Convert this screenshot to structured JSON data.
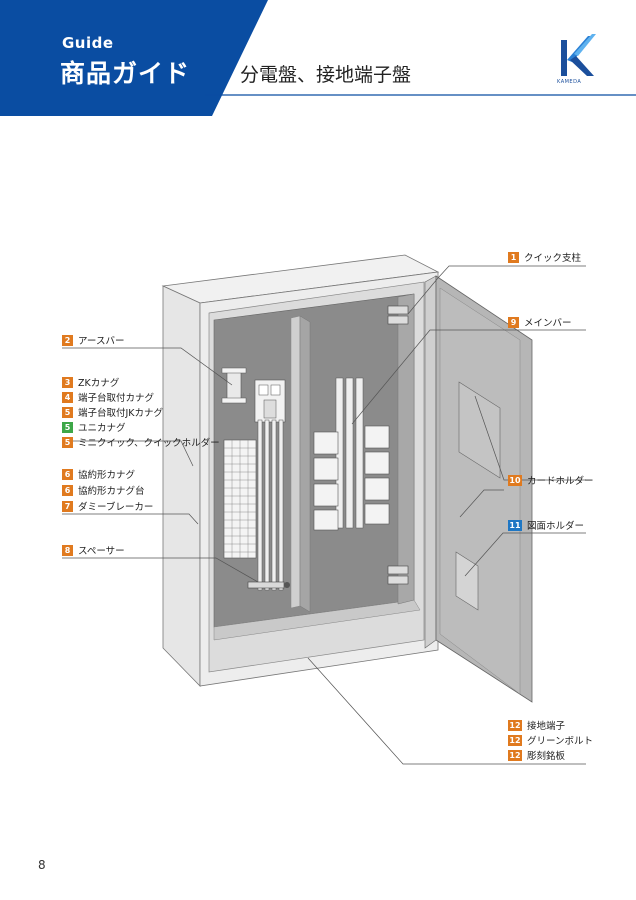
{
  "header": {
    "guide_label": "Guide",
    "guide_title": "商品ガイド",
    "page_title": "分電盤、接地端子盤",
    "logo_text": "KAMEDA",
    "brand_color": "#0a4da2"
  },
  "callouts": [
    {
      "num": "1",
      "text": "クイック支柱",
      "color": "#e07a1f"
    },
    {
      "num": "2",
      "text": "アースバー",
      "color": "#e07a1f"
    },
    {
      "num": "3",
      "text": "ZKカナグ",
      "color": "#e07a1f"
    },
    {
      "num": "4",
      "text": "端子台取付カナグ",
      "color": "#e07a1f"
    },
    {
      "num": "5",
      "text": "端子台取付JKカナグ",
      "color": "#e07a1f"
    },
    {
      "num": "5",
      "text": "ユニカナグ",
      "color": "#3da748"
    },
    {
      "num": "5",
      "text": "ミニクイック、クイックホルダー",
      "color": "#e07a1f"
    },
    {
      "num": "6",
      "text": "協約形カナグ",
      "color": "#e07a1f"
    },
    {
      "num": "6",
      "text": "協約形カナグ台",
      "color": "#e07a1f"
    },
    {
      "num": "7",
      "text": "ダミーブレーカー",
      "color": "#e07a1f"
    },
    {
      "num": "8",
      "text": "スペーサー",
      "color": "#e07a1f"
    },
    {
      "num": "9",
      "text": "メインバー",
      "color": "#e07a1f"
    },
    {
      "num": "10",
      "text": "カードホルダー",
      "color": "#e07a1f"
    },
    {
      "num": "11",
      "text": "図面ホルダー",
      "color": "#1f77c4"
    },
    {
      "num": "12",
      "text": "接地端子",
      "color": "#e07a1f"
    },
    {
      "num": "12",
      "text": "グリーンボルト",
      "color": "#e07a1f"
    },
    {
      "num": "12",
      "text": "彫刻銘板",
      "color": "#e07a1f"
    }
  ],
  "footer": {
    "page_number": "8"
  }
}
